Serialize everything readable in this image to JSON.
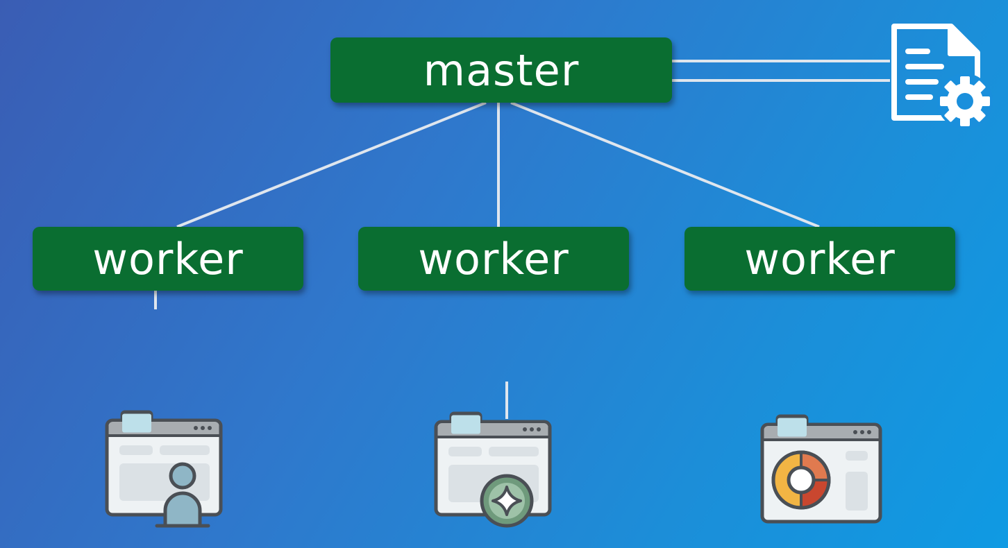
{
  "master": {
    "label": "master"
  },
  "workers": [
    {
      "label": "worker",
      "icon": "user-window-icon"
    },
    {
      "label": "worker",
      "icon": "star-window-icon"
    },
    {
      "label": "worker",
      "icon": "chart-window-icon"
    }
  ],
  "config_icon": "config-document-gear-icon",
  "colors": {
    "node": "#0a6e31",
    "line": "#dfe6ee",
    "bg_start": "#3a5db4",
    "bg_end": "#0f9ae3"
  }
}
